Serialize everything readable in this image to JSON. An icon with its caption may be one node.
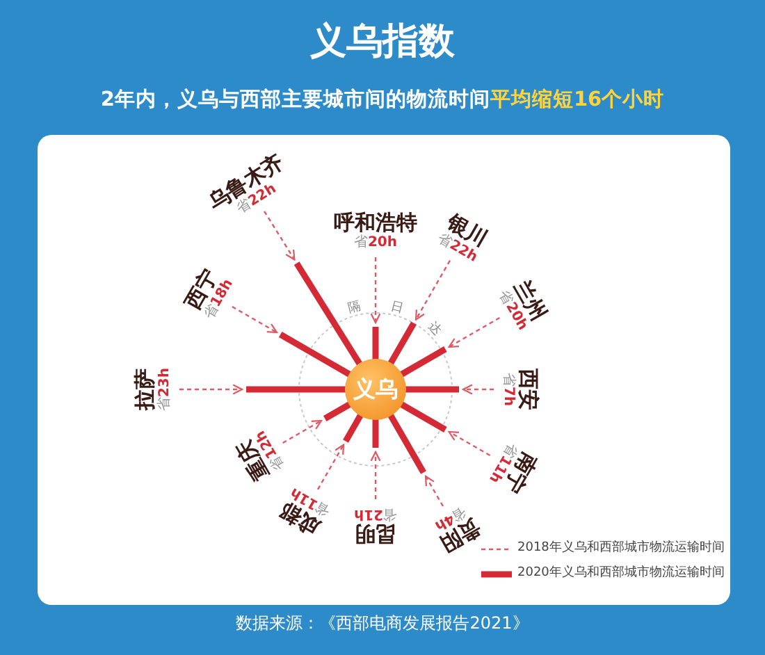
{
  "diagram": {
    "title": "义乌指数",
    "caption": "数据来源：《西部电商发展报告2021》",
    "nodes": [
      {
        "text": [
          "义乌"
        ]
      },
      {
        "text": [
          "乌鲁木齐"
        ],
        "beside": [
          "省**22h**"
        ]
      },
      {
        "text": [
          "呼和浩特"
        ],
        "beside": [
          "省**20h**"
        ]
      },
      {
        "text": [
          "银川"
        ],
        "beside": [
          "省**22h**"
        ]
      },
      {
        "text": [
          "兰州"
        ],
        "beside": [
          "省**20h**"
        ]
      },
      {
        "text": [
          "西安"
        ],
        "beside": [
          "省**7h**"
        ]
      },
      {
        "text": [
          "南宁"
        ],
        "beside": [
          "省**11h**"
        ]
      },
      {
        "text": [
          "贵阳"
        ],
        "beside": [
          "省**4h**"
        ]
      },
      {
        "text": [
          "昆明"
        ],
        "beside": [
          "省**21h**"
        ]
      },
      {
        "text": [
          "成都"
        ],
        "beside": [
          "省**11h**"
        ]
      },
      {
        "text": [
          "重庆"
        ],
        "beside": [
          "省**12h**"
        ]
      },
      {
        "text": [
          "拉萨"
        ],
        "beside": [
          "省**23h**"
        ]
      },
      {
        "text": [
          "西宁"
        ],
        "beside": [
          "省**18h**"
        ]
      },
      {
        "text": [],
        "shape": "bar"
      },
      {
        "text": [],
        "shape": "bar"
      },
      {
        "text": [],
        "shape": "bar"
      },
      {
        "text": [],
        "shape": "bar"
      },
      {
        "text": [],
        "shape": "bar"
      },
      {
        "text": [],
        "shape": "bar"
      },
      {
        "text": [],
        "shape": "bar"
      },
      {
        "text": [],
        "shape": "bar"
      },
      {
        "text": [],
        "shape": "bar"
      },
      {
        "text": [],
        "shape": "bar"
      },
      {
        "text": [],
        "shape": "bar"
      },
      {
        "text": [],
        "shape": "bar"
      }
    ],
    "edges": [
      {
        "from": 1,
        "to": 13,
        "arrow": "to",
        "style": "dashed",
        "color": "#e05a66"
      },
      {
        "from": 2,
        "to": 14,
        "arrow": "to",
        "style": "dashed",
        "color": "#e05a66"
      },
      {
        "from": 3,
        "to": 15,
        "arrow": "to",
        "style": "dashed",
        "color": "#e05a66"
      },
      {
        "from": 4,
        "to": 16,
        "arrow": "to",
        "style": "dashed",
        "color": "#e05a66"
      },
      {
        "from": 5,
        "to": 17,
        "arrow": "to",
        "style": "dashed",
        "color": "#e05a66"
      },
      {
        "from": 6,
        "to": 18,
        "arrow": "to",
        "style": "dashed",
        "color": "#e05a66"
      },
      {
        "from": 7,
        "to": 19,
        "arrow": "to",
        "style": "dashed",
        "color": "#e05a66"
      },
      {
        "from": 8,
        "to": 20,
        "arrow": "to",
        "style": "dashed",
        "color": "#e05a66"
      },
      {
        "from": 9,
        "to": 21,
        "arrow": "to",
        "style": "dashed",
        "color": "#e05a66"
      },
      {
        "from": 10,
        "to": 22,
        "arrow": "to",
        "style": "dashed",
        "color": "#e05a66"
      },
      {
        "from": 11,
        "to": 23,
        "arrow": "to",
        "style": "dashed",
        "color": "#e05a66"
      },
      {
        "from": 12,
        "to": 24,
        "arrow": "to",
        "style": "dashed",
        "color": "#e05a66"
      }
    ],
    "labels": [
      "2年内，义乌与西部主要城市间的物流时间**平均缩短16个小时**",
      "隔",
      "日",
      "达"
    ],
    "legend": [
      {
        "text": "2018年义乌和西部城市物流运输时间"
      },
      {
        "text": "2020年义乌和西部城市物流运输时间"
      }
    ]
  }
}
